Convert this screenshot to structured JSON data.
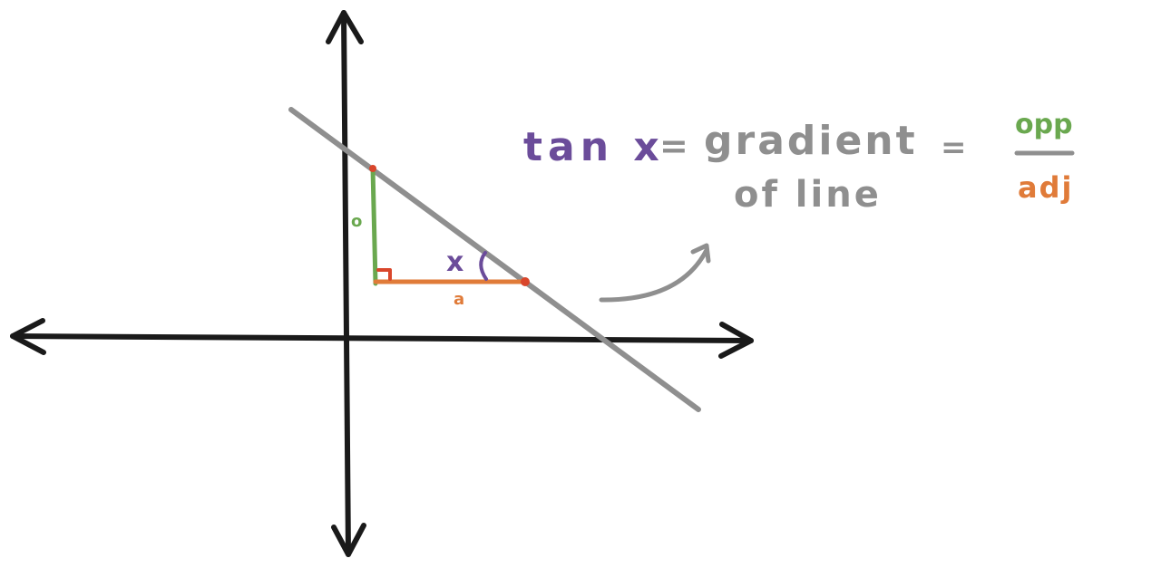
{
  "colors": {
    "axes": "#1a1a1a",
    "line": "#8f8f8f",
    "opposite": "#6aa84f",
    "adjacent": "#e07b39",
    "angle": "#6b4c9a",
    "right_angle": "#d9462b",
    "endpoint": "#d9462b",
    "background": "#ffffff"
  },
  "triangle": {
    "opposite_label": "o",
    "adjacent_label": "a",
    "angle_label": "x"
  },
  "equation": {
    "lhs": "tan x",
    "eq1": "=",
    "rhs_line1": "gradient",
    "rhs_line2": "of line",
    "eq2": "=",
    "numerator": "opp",
    "denominator": "adj"
  }
}
